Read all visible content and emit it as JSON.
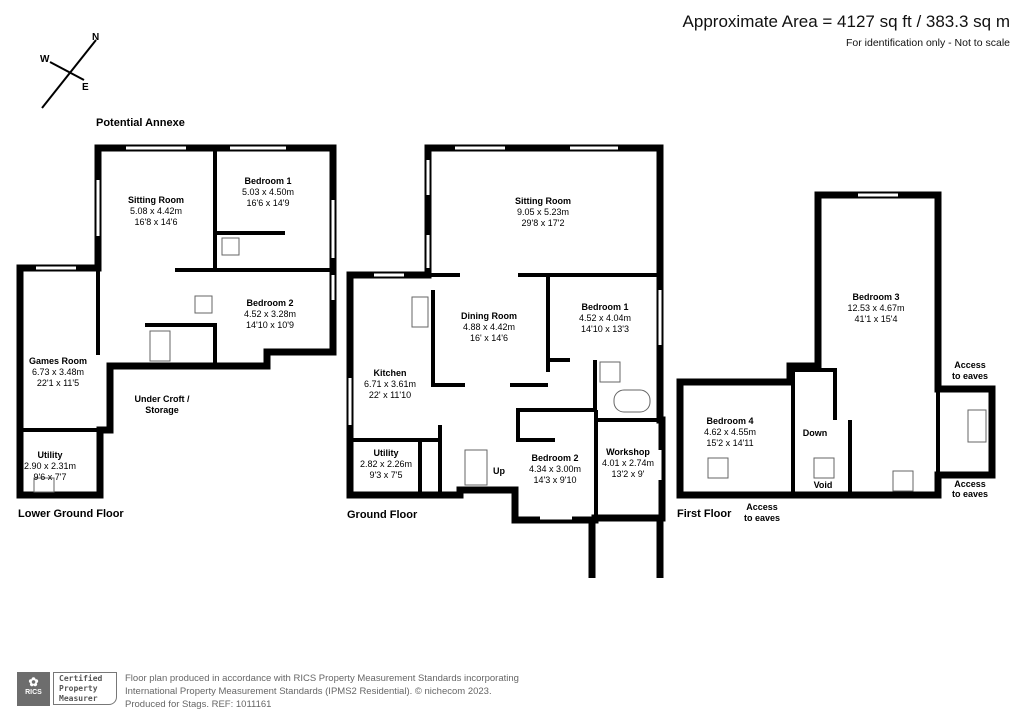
{
  "header": {
    "approximate_area": "Approximate Area = 4127 sq ft / 383.3 sq m",
    "identification_note": "For identification only - Not to scale"
  },
  "compass": {
    "north": "N",
    "west": "W",
    "east": "E"
  },
  "lower_ground_floor": {
    "floor_label": "Lower Ground Floor",
    "annexe_label": "Potential Annexe",
    "rooms": [
      {
        "name": "Sitting Room",
        "metric": "5.08 x 4.42m",
        "imperial": "16'8 x 14'6"
      },
      {
        "name": "Bedroom 1",
        "metric": "5.03 x 4.50m",
        "imperial": "16'6 x 14'9"
      },
      {
        "name": "Bedroom 2",
        "metric": "4.52 x 3.28m",
        "imperial": "14'10 x 10'9"
      },
      {
        "name": "Games Room",
        "metric": "6.73 x 3.48m",
        "imperial": "22'1 x 11'5"
      },
      {
        "name": "Utility",
        "metric": "2.90 x 2.31m",
        "imperial": "9'6 x 7'7"
      }
    ],
    "under_croft": [
      "Under Croft /",
      "Storage"
    ]
  },
  "ground_floor": {
    "floor_label": "Ground Floor",
    "rooms": [
      {
        "name": "Sitting Room",
        "metric": "9.05 x 5.23m",
        "imperial": "29'8 x 17'2"
      },
      {
        "name": "Dining Room",
        "metric": "4.88 x 4.42m",
        "imperial": "16' x 14'6"
      },
      {
        "name": "Bedroom 1",
        "metric": "4.52 x 4.04m",
        "imperial": "14'10 x 13'3"
      },
      {
        "name": "Kitchen",
        "metric": "6.71 x 3.61m",
        "imperial": "22' x 11'10"
      },
      {
        "name": "Utility",
        "metric": "2.82 x 2.26m",
        "imperial": "9'3 x 7'5"
      },
      {
        "name": "Bedroom 2",
        "metric": "4.34 x 3.00m",
        "imperial": "14'3 x 9'10"
      },
      {
        "name": "Workshop",
        "metric": "4.01 x 2.74m",
        "imperial": "13'2 x 9'"
      }
    ],
    "stairs_label": "Up"
  },
  "first_floor": {
    "floor_label": "First Floor",
    "rooms": [
      {
        "name": "Bedroom 3",
        "metric": "12.53 x 4.67m",
        "imperial": "41'1 x 15'4"
      },
      {
        "name": "Bedroom 4",
        "metric": "4.62 x 4.55m",
        "imperial": "15'2 x 14'11"
      }
    ],
    "stairs_label": "Down",
    "void_label": "Void",
    "eaves_access": [
      "Access",
      "to eaves"
    ]
  },
  "footer": {
    "rics_logo": "RICS",
    "certified_badge": [
      "Certified",
      "Property",
      "Measurer"
    ],
    "line1": "Floor plan produced in accordance with RICS Property Measurement Standards incorporating",
    "line2": "International Property Measurement Standards (IPMS2 Residential).  © nichecom 2023.",
    "line3": "Produced for Stags.   REF: 1011161"
  }
}
